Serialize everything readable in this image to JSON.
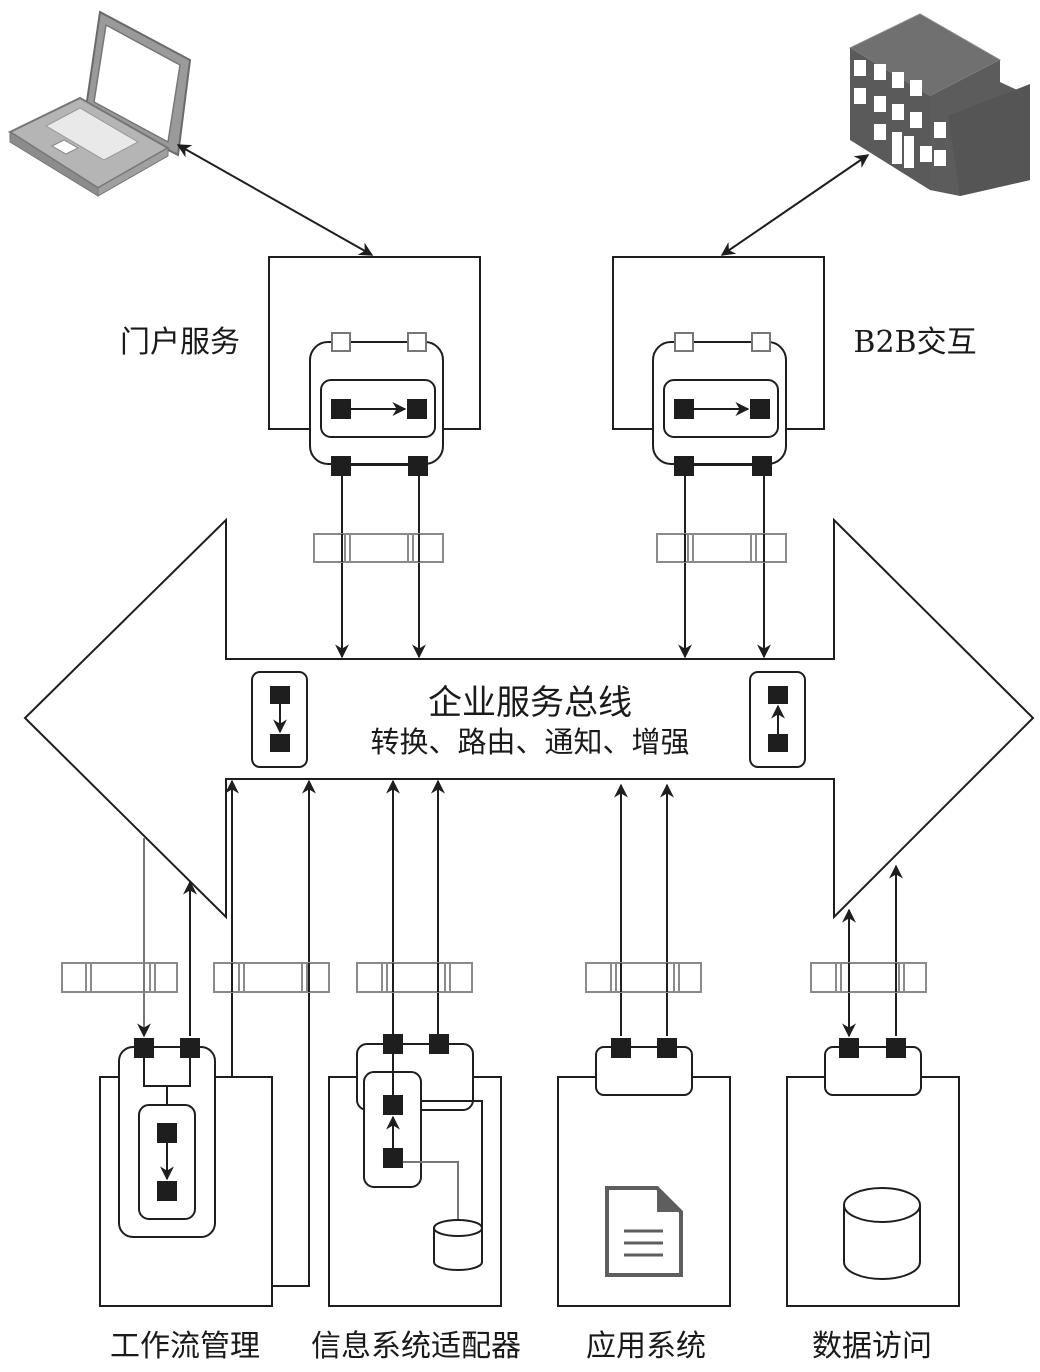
{
  "title": "企业服务总线",
  "subtitle": "转换、路由、通知、增强",
  "top_nodes": [
    {
      "id": "portal",
      "label": "门户服务",
      "client_icon": "laptop-icon"
    },
    {
      "id": "b2b",
      "label": "B2B交互",
      "client_icon": "building-icon"
    }
  ],
  "bottom_nodes": [
    {
      "id": "workflow",
      "label": "工作流管理"
    },
    {
      "id": "adapter",
      "label": "信息系统适配器",
      "inner_icon": "database-icon"
    },
    {
      "id": "app",
      "label": "应用系统",
      "inner_icon": "document-icon"
    },
    {
      "id": "data",
      "label": "数据访问",
      "inner_icon": "database-icon"
    }
  ],
  "bus_icons": {
    "left": "flow-down-icon",
    "right": "flow-up-icon"
  },
  "colors": {
    "stroke": "#2a2a2a",
    "node": "#1e1e1e",
    "light_stroke": "#8a8a8a",
    "laptop": "#9a9a9a",
    "building": "#5e5e5e"
  }
}
